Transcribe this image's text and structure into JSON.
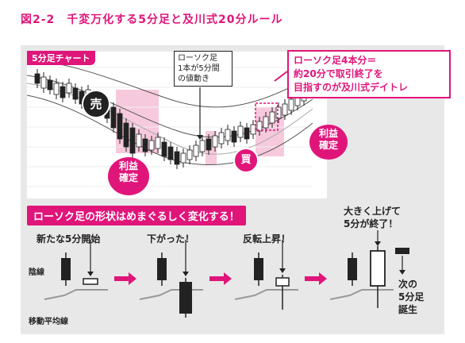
{
  "figure_title": "図2-2　千変万化する5分足と及川式20分ルール",
  "chart": {
    "label": "5分足チャート",
    "candle_callout": [
      "ローソク足",
      "1本が5分間",
      "の値動き"
    ],
    "rule_callout": [
      "ローソク足4本分＝",
      "約20分で取引終了を",
      "目指すのが及川式デイトレ"
    ],
    "sell_badge": "売",
    "buy_badge": "買",
    "profit_left": [
      "利益",
      "確定"
    ],
    "profit_right": [
      "利益",
      "確定"
    ]
  },
  "diagram": {
    "banner": "ローソク足の形状はめまぐるしく変化する！",
    "step1_label": "新たな5分開始",
    "step2_label": "下がった！",
    "step3_label": "反転上昇！",
    "step4_label": [
      "大きく上げて",
      "5分が終了！"
    ],
    "bearish_label": "陰線",
    "ma_label": "移動平均線",
    "next_label": [
      "次の",
      "5分足",
      "誕生"
    ]
  },
  "colors": {
    "accent": "#e0157a",
    "candle": "#222222",
    "panel": "#e8e8e8"
  }
}
